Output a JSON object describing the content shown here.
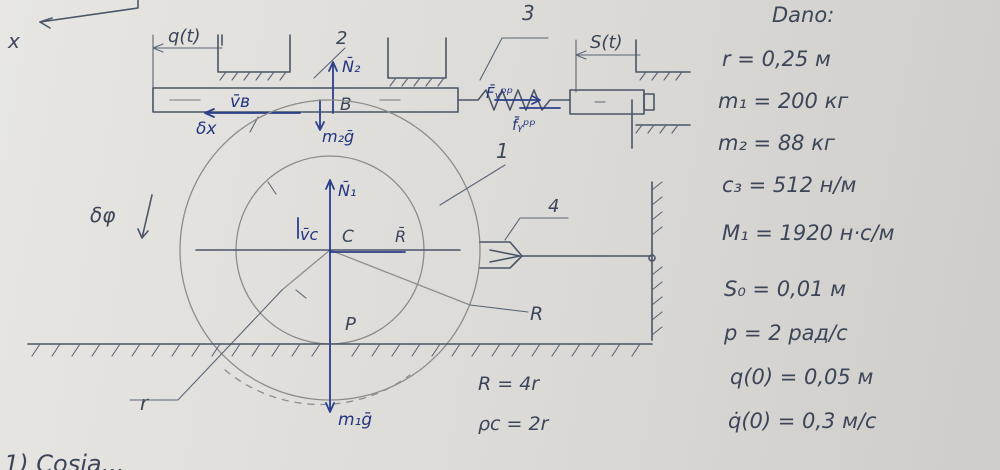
{
  "labels": {
    "x_axis": "x",
    "q": "q(t)",
    "s": "S(t)",
    "body_1": "1",
    "body_2": "2",
    "body_3": "3",
    "body_4": "4",
    "n2": "N̄₂",
    "vb": "v̄ʙ",
    "b": "B",
    "delta_x": "δx",
    "m2g": "m₂ḡ",
    "f_upr_top": "F̄ᵧᵖᵖ",
    "f_upr_bottom": "f̄ᵧᵖᵖ",
    "delta_phi": "δφ",
    "n1": "N̄₁",
    "vc": "v̄c",
    "c": "C",
    "r_vec": "R̄",
    "p": "P",
    "R": "R",
    "r": "r",
    "m1g": "m₁ḡ",
    "R_rel": "R = 4r",
    "rho_rel": "ρc = 2r",
    "bottom_text": "1)  Cosia..."
  },
  "given": {
    "title": "Dano:",
    "items": [
      "r = 0,25 м",
      "m₁ = 200 кг",
      "m₂ = 88 кг",
      "c₃ = 512 н/м",
      "M₁ = 1920 н·c/м",
      "S₀ = 0,01 м",
      "p = 2 рад/c",
      "q(0) = 0,05 м",
      "q̇(0) = 0,3 м/c"
    ]
  }
}
